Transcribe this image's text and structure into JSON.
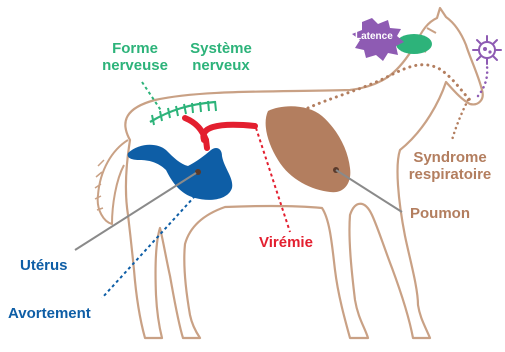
{
  "labels": {
    "forme_nerveuse": "Forme\nnerveuse",
    "systeme_nerveux": "Système\nnerveux",
    "latence": "Latence",
    "syndrome": "Syndrome\nrespiratoire",
    "poumon": "Poumon",
    "viremie": "Virémie",
    "uterus": "Utérus",
    "avortement": "Avortement"
  },
  "colors": {
    "horse_outline": "#c9a185",
    "nervous": "#2db37a",
    "respiratory": "#b37e5f",
    "reproductive": "#0e5ea6",
    "viremia": "#e31f2f",
    "virus": "#8e5bb3",
    "latence_badge": "#8e5bb3",
    "latence_blob": "#2db37a"
  },
  "icons": [
    "virus-icon"
  ]
}
